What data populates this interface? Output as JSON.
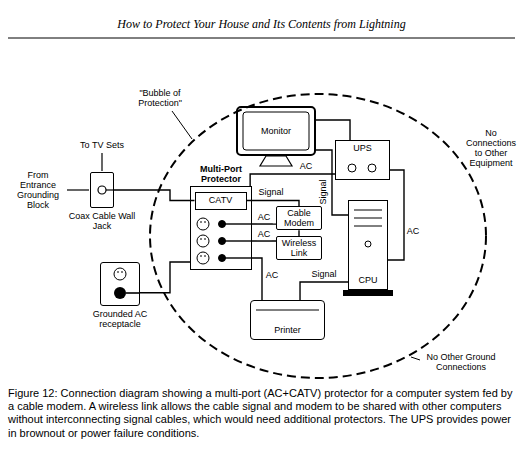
{
  "diagram": {
    "title": "How to Protect Your House and Its Contents from Lightning",
    "caption": "Figure 12:  Connection diagram showing a multi-port (AC+CATV) protector for a computer system fed by a cable modem. A wireless link allows the cable signal and modem to be shared with other computers without interconnecting signal cables, which would need additional protectors. The UPS provides power in brownout or power failure conditions.",
    "nodes": [
      {
        "text": [
          "Multi-Port Protector"
        ]
      },
      {
        "text": [
          "CATV"
        ],
        "in": 0
      },
      {
        "text": [
          "Coax Cable Wall Jack"
        ]
      },
      {
        "text": [
          "Grounded AC receptacle"
        ]
      },
      {
        "text": [
          "Monitor"
        ]
      },
      {
        "text": [
          "UPS"
        ]
      },
      {
        "text": [
          "Cable Modem"
        ]
      },
      {
        "text": [
          "Wireless Link"
        ]
      },
      {
        "text": [
          "CPU"
        ]
      },
      {
        "text": [
          "Printer"
        ]
      }
    ],
    "edges": [
      {
        "from": 2,
        "to": 1,
        "arrow": "none"
      },
      {
        "from": 3,
        "to": 0,
        "arrow": "none"
      },
      {
        "from": 1,
        "to": 6,
        "label": "Signal",
        "arrow": "none"
      },
      {
        "from": 0,
        "to": 5,
        "label": "AC",
        "arrow": "none"
      },
      {
        "from": 0,
        "to": 6,
        "label": "AC",
        "arrow": "none"
      },
      {
        "from": 0,
        "to": 7,
        "label": "AC",
        "arrow": "none"
      },
      {
        "from": 0,
        "to": 9,
        "label": "AC",
        "arrow": "none"
      },
      {
        "from": 4,
        "to": 5,
        "arrow": "none"
      },
      {
        "from": 4,
        "to": 8,
        "label": "Signal",
        "arrow": "none"
      },
      {
        "from": 5,
        "to": 8,
        "label": "AC",
        "arrow": "none"
      },
      {
        "from": 6,
        "to": 7,
        "arrow": "none"
      },
      {
        "from": 8,
        "to": 9,
        "label": "Signal",
        "arrow": "none"
      }
    ],
    "labels": [
      "\"Bubble of Protection\"",
      "To TV Sets",
      "From Entrance Grounding Block",
      "No Connections to Other Equipment",
      "No Other Ground Connections"
    ]
  }
}
